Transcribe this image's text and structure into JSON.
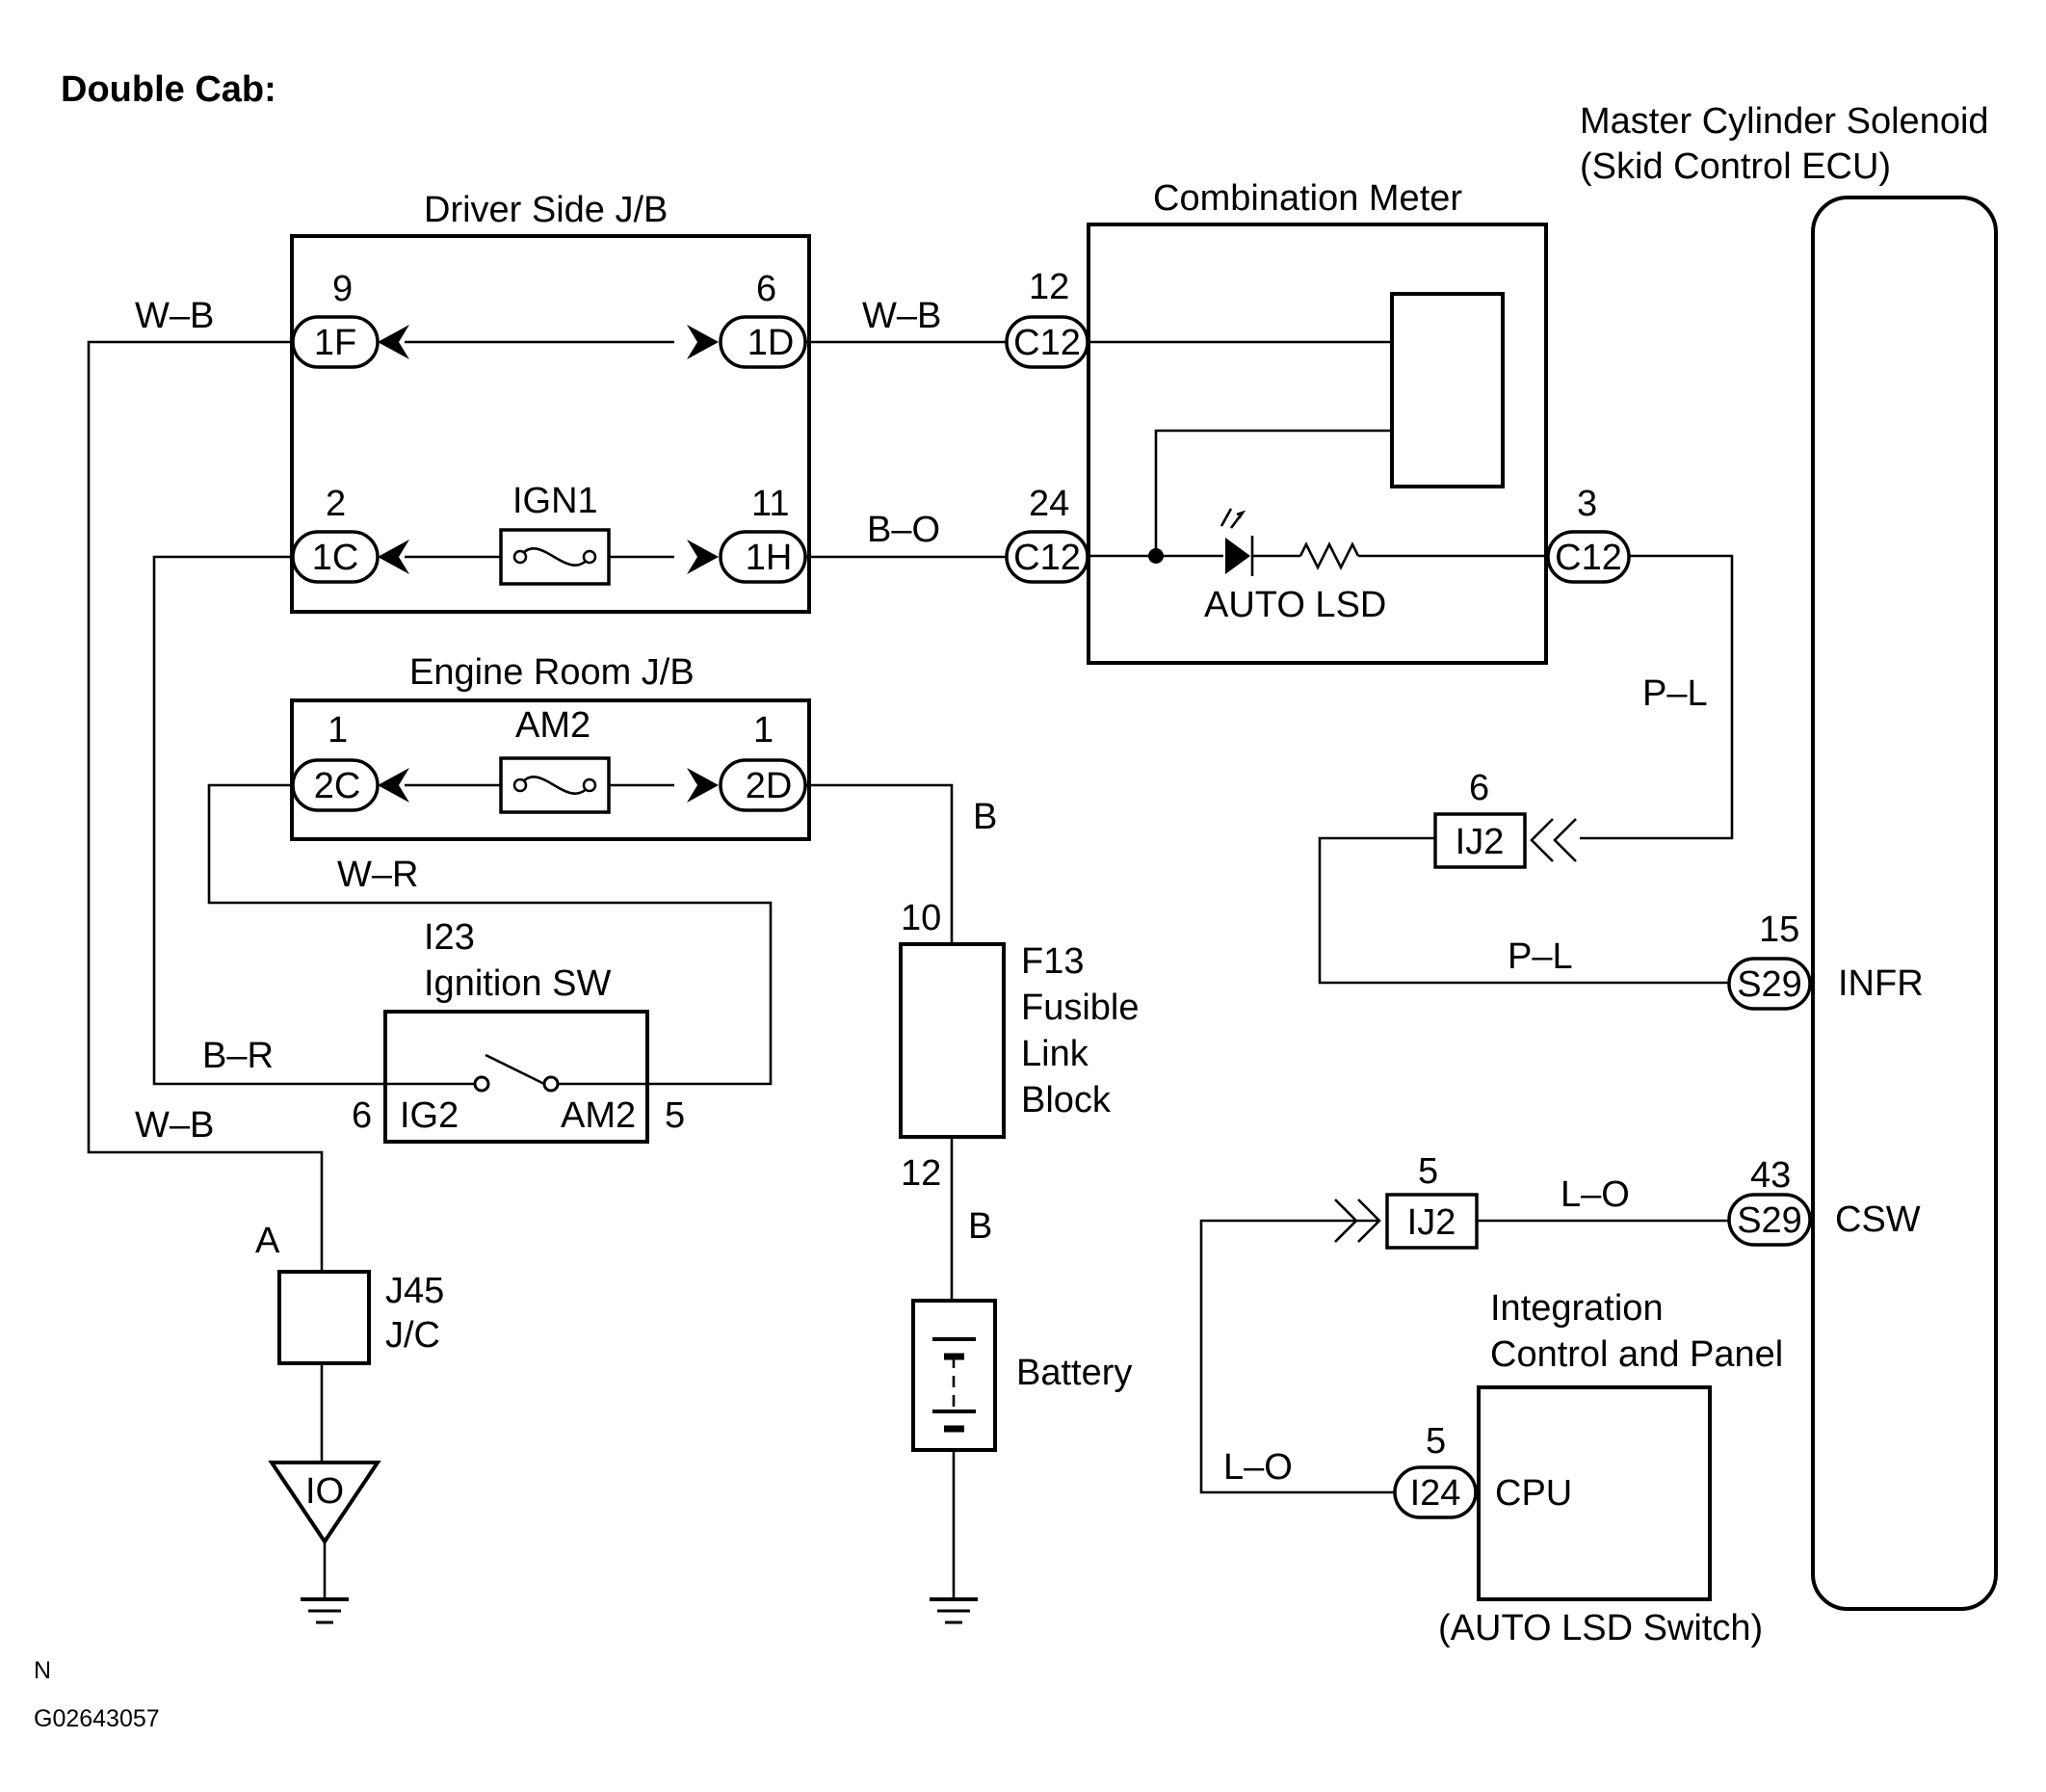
{
  "header": {
    "title": "Double Cab:"
  },
  "footer": {
    "mark": "N",
    "code": "G02643057"
  },
  "components": {
    "driver_jb": "Driver Side J/B",
    "engine_jb": "Engine Room J/B",
    "comb_meter": "Combination Meter",
    "master_line1": "Master Cylinder Solenoid",
    "master_line2": "(Skid Control ECU)",
    "ign_code": "I23",
    "ign_name": "Ignition SW",
    "fusible": [
      "F13",
      "Fusible",
      "Link",
      "Block"
    ],
    "jc": [
      "J45",
      "J/C"
    ],
    "battery": "Battery",
    "integ_line1": "Integration",
    "integ_line2": "Control and Panel",
    "cpu": "CPU",
    "auto_lsd_switch": "(AUTO LSD Switch)",
    "auto_lsd": "AUTO LSD",
    "ground_io": "IO",
    "jc_point": "A"
  },
  "fuses": {
    "ign1": "IGN1",
    "am2": "AM2"
  },
  "switch_terms": {
    "ig2": "IG2",
    "am2": "AM2",
    "pin6": "6",
    "pin5": "5"
  },
  "connectors": [
    {
      "id": "1F",
      "pin": "9"
    },
    {
      "id": "1D",
      "pin": "6"
    },
    {
      "id": "1C",
      "pin": "2"
    },
    {
      "id": "1H",
      "pin": "11"
    },
    {
      "id": "2C",
      "pin": "1"
    },
    {
      "id": "2D",
      "pin": "1"
    },
    {
      "id": "C12",
      "pin": "12"
    },
    {
      "id": "C12",
      "pin": "24"
    },
    {
      "id": "C12",
      "pin": "3"
    },
    {
      "id": "IJ2",
      "pin": "6"
    },
    {
      "id": "S29",
      "pin": "15"
    },
    {
      "id": "IJ2",
      "pin": "5"
    },
    {
      "id": "S29",
      "pin": "43"
    },
    {
      "id": "I24",
      "pin": "5"
    }
  ],
  "fusible_pins": {
    "top": "10",
    "bottom": "12"
  },
  "ecu_terminals": {
    "infr": "INFR",
    "csw": "CSW"
  },
  "wires": {
    "wb_left": "W–B",
    "wb_top": "W–B",
    "bo": "B–O",
    "wr": "W–R",
    "br": "B–R",
    "wb_lower": "W–B",
    "b_upper": "B",
    "b_lower": "B",
    "pl_vert": "P–L",
    "pl_horiz": "P–L",
    "lo_upper": "L–O",
    "lo_lower": "L–O"
  }
}
